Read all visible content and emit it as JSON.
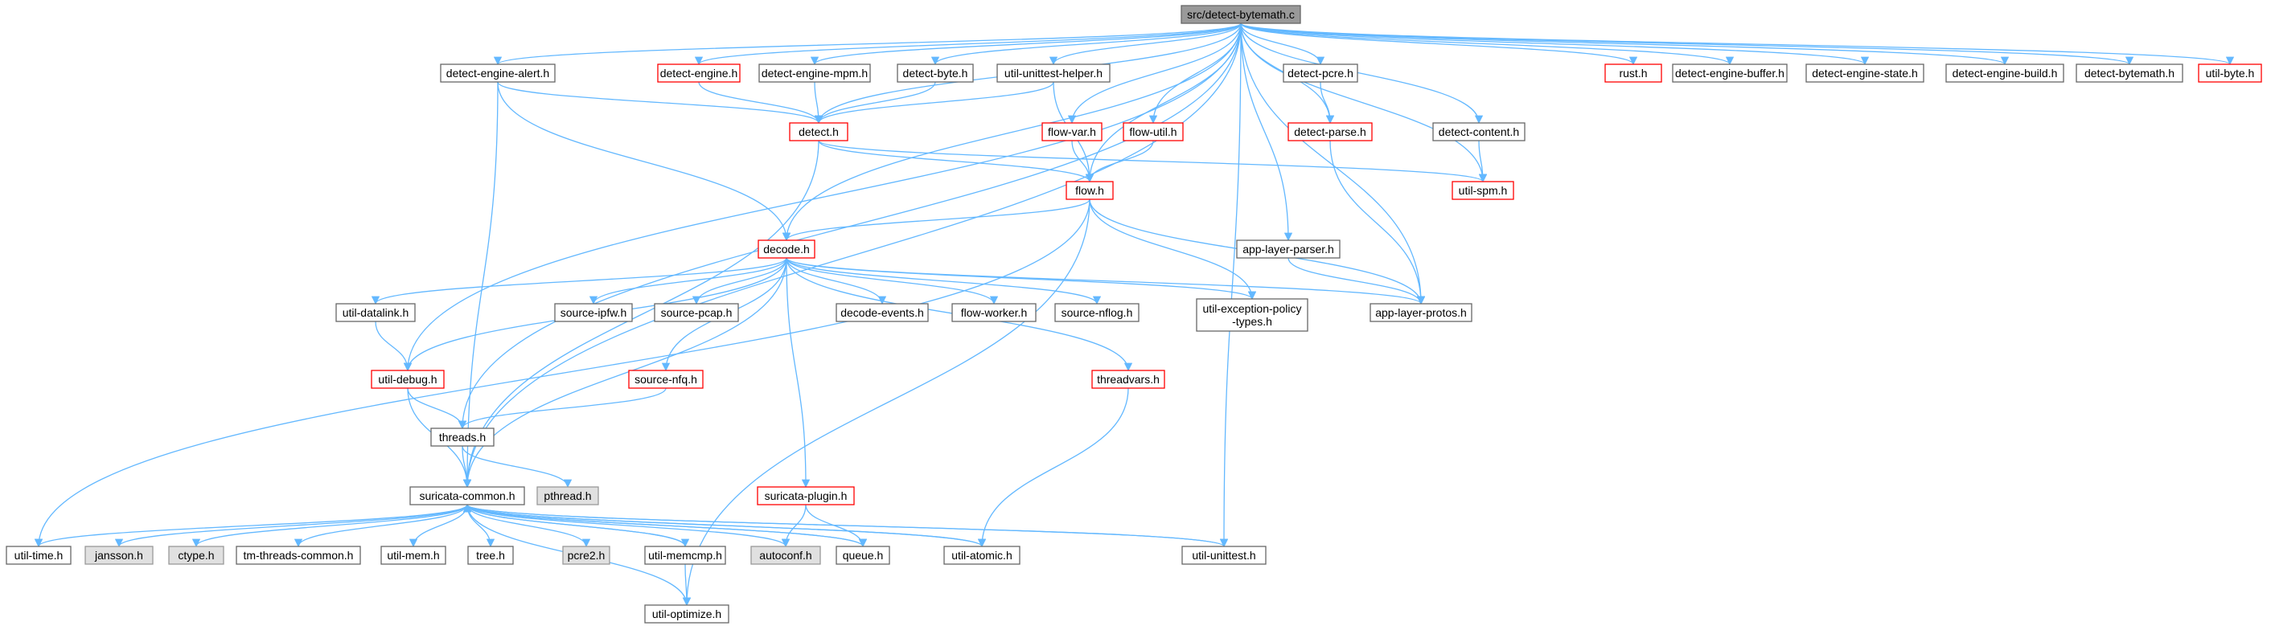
{
  "graph": {
    "colors": {
      "edge": "#63b8ff",
      "default_border": "#666666",
      "default_fill": "#ffffff",
      "highlight_border": "#ff0000",
      "external_fill": "#e0e0e0",
      "external_border": "#999999",
      "root_fill": "#999999",
      "root_border": "#666666"
    },
    "nodes": [
      {
        "id": "root",
        "label": "src/detect-bytemath.c",
        "style": "root"
      },
      {
        "id": "alert",
        "label": "detect-engine-alert.h",
        "style": "normal"
      },
      {
        "id": "de",
        "label": "detect-engine.h",
        "style": "red"
      },
      {
        "id": "mpm",
        "label": "detect-engine-mpm.h",
        "style": "normal"
      },
      {
        "id": "dbyte",
        "label": "detect-byte.h",
        "style": "normal"
      },
      {
        "id": "uth",
        "label": "util-unittest-helper.h",
        "style": "normal"
      },
      {
        "id": "pcre",
        "label": "detect-pcre.h",
        "style": "normal"
      },
      {
        "id": "rust",
        "label": "rust.h",
        "style": "red"
      },
      {
        "id": "buffer",
        "label": "detect-engine-buffer.h",
        "style": "normal"
      },
      {
        "id": "state",
        "label": "detect-engine-state.h",
        "style": "normal"
      },
      {
        "id": "build",
        "label": "detect-engine-build.h",
        "style": "normal"
      },
      {
        "id": "bytemath",
        "label": "detect-bytemath.h",
        "style": "normal"
      },
      {
        "id": "ubyte",
        "label": "util-byte.h",
        "style": "red"
      },
      {
        "id": "detect",
        "label": "detect.h",
        "style": "red"
      },
      {
        "id": "flowvar",
        "label": "flow-var.h",
        "style": "red"
      },
      {
        "id": "flowutil",
        "label": "flow-util.h",
        "style": "red"
      },
      {
        "id": "parse",
        "label": "detect-parse.h",
        "style": "red"
      },
      {
        "id": "content",
        "label": "detect-content.h",
        "style": "normal"
      },
      {
        "id": "flow",
        "label": "flow.h",
        "style": "red"
      },
      {
        "id": "spm",
        "label": "util-spm.h",
        "style": "red"
      },
      {
        "id": "alp",
        "label": "app-layer-parser.h",
        "style": "normal"
      },
      {
        "id": "decode",
        "label": "decode.h",
        "style": "red"
      },
      {
        "id": "datalink",
        "label": "util-datalink.h",
        "style": "normal"
      },
      {
        "id": "ipfw",
        "label": "source-ipfw.h",
        "style": "normal"
      },
      {
        "id": "pcap",
        "label": "source-pcap.h",
        "style": "normal"
      },
      {
        "id": "devents",
        "label": "decode-events.h",
        "style": "normal"
      },
      {
        "id": "fworker",
        "label": "flow-worker.h",
        "style": "normal"
      },
      {
        "id": "nflog",
        "label": "source-nflog.h",
        "style": "normal"
      },
      {
        "id": "uexc",
        "label": "util-exception-policy\n-types.h",
        "style": "normal"
      },
      {
        "id": "protos",
        "label": "app-layer-protos.h",
        "style": "normal"
      },
      {
        "id": "udebug",
        "label": "util-debug.h",
        "style": "red"
      },
      {
        "id": "nfq",
        "label": "source-nfq.h",
        "style": "red"
      },
      {
        "id": "tvars",
        "label": "threadvars.h",
        "style": "red"
      },
      {
        "id": "threads",
        "label": "threads.h",
        "style": "normal"
      },
      {
        "id": "pthread",
        "label": "pthread.h",
        "style": "external"
      },
      {
        "id": "sc",
        "label": "suricata-common.h",
        "style": "normal"
      },
      {
        "id": "plugin",
        "label": "suricata-plugin.h",
        "style": "red"
      },
      {
        "id": "utime",
        "label": "util-time.h",
        "style": "normal"
      },
      {
        "id": "jansson",
        "label": "jansson.h",
        "style": "external"
      },
      {
        "id": "ctype",
        "label": "ctype.h",
        "style": "external"
      },
      {
        "id": "tmtc",
        "label": "tm-threads-common.h",
        "style": "normal"
      },
      {
        "id": "umem",
        "label": "util-mem.h",
        "style": "normal"
      },
      {
        "id": "tree",
        "label": "tree.h",
        "style": "normal"
      },
      {
        "id": "pcre2",
        "label": "pcre2.h",
        "style": "external"
      },
      {
        "id": "umemcmp",
        "label": "util-memcmp.h",
        "style": "normal"
      },
      {
        "id": "autoconf",
        "label": "autoconf.h",
        "style": "external"
      },
      {
        "id": "queue",
        "label": "queue.h",
        "style": "normal"
      },
      {
        "id": "uatomic",
        "label": "util-atomic.h",
        "style": "normal"
      },
      {
        "id": "uunit",
        "label": "util-unittest.h",
        "style": "normal"
      },
      {
        "id": "uopt",
        "label": "util-optimize.h",
        "style": "normal"
      }
    ],
    "edges": [
      [
        "root",
        "alert"
      ],
      [
        "root",
        "de"
      ],
      [
        "root",
        "mpm"
      ],
      [
        "root",
        "dbyte"
      ],
      [
        "root",
        "uth"
      ],
      [
        "root",
        "pcre"
      ],
      [
        "root",
        "rust"
      ],
      [
        "root",
        "buffer"
      ],
      [
        "root",
        "state"
      ],
      [
        "root",
        "build"
      ],
      [
        "root",
        "bytemath"
      ],
      [
        "root",
        "ubyte"
      ],
      [
        "root",
        "detect"
      ],
      [
        "root",
        "flowvar"
      ],
      [
        "root",
        "flowutil"
      ],
      [
        "root",
        "parse"
      ],
      [
        "root",
        "content"
      ],
      [
        "root",
        "flow"
      ],
      [
        "root",
        "spm"
      ],
      [
        "root",
        "alp"
      ],
      [
        "root",
        "decode"
      ],
      [
        "root",
        "protos"
      ],
      [
        "root",
        "udebug"
      ],
      [
        "root",
        "threads"
      ],
      [
        "root",
        "sc"
      ],
      [
        "root",
        "uunit"
      ],
      [
        "alert",
        "detect"
      ],
      [
        "alert",
        "decode"
      ],
      [
        "alert",
        "sc"
      ],
      [
        "de",
        "detect"
      ],
      [
        "mpm",
        "detect"
      ],
      [
        "dbyte",
        "detect"
      ],
      [
        "uth",
        "detect"
      ],
      [
        "uth",
        "flow"
      ],
      [
        "pcre",
        "parse"
      ],
      [
        "parse",
        "protos"
      ],
      [
        "content",
        "spm"
      ],
      [
        "detect",
        "flow"
      ],
      [
        "detect",
        "spm"
      ],
      [
        "detect",
        "sc"
      ],
      [
        "flowvar",
        "flow"
      ],
      [
        "flowutil",
        "flow"
      ],
      [
        "flow",
        "decode"
      ],
      [
        "flow",
        "uexc"
      ],
      [
        "flow",
        "protos"
      ],
      [
        "flow",
        "utime"
      ],
      [
        "flow",
        "uopt"
      ],
      [
        "alp",
        "protos"
      ],
      [
        "decode",
        "datalink"
      ],
      [
        "decode",
        "ipfw"
      ],
      [
        "decode",
        "pcap"
      ],
      [
        "decode",
        "devents"
      ],
      [
        "decode",
        "fworker"
      ],
      [
        "decode",
        "nflog"
      ],
      [
        "decode",
        "uexc"
      ],
      [
        "decode",
        "protos"
      ],
      [
        "decode",
        "udebug"
      ],
      [
        "decode",
        "nfq"
      ],
      [
        "decode",
        "tvars"
      ],
      [
        "decode",
        "plugin"
      ],
      [
        "decode",
        "sc"
      ],
      [
        "datalink",
        "udebug"
      ],
      [
        "udebug",
        "threads"
      ],
      [
        "udebug",
        "sc"
      ],
      [
        "nfq",
        "threads"
      ],
      [
        "tvars",
        "uatomic"
      ],
      [
        "threads",
        "pthread"
      ],
      [
        "threads",
        "sc"
      ],
      [
        "plugin",
        "autoconf"
      ],
      [
        "plugin",
        "queue"
      ],
      [
        "sc",
        "utime"
      ],
      [
        "sc",
        "jansson"
      ],
      [
        "sc",
        "ctype"
      ],
      [
        "sc",
        "tmtc"
      ],
      [
        "sc",
        "umem"
      ],
      [
        "sc",
        "tree"
      ],
      [
        "sc",
        "pcre2"
      ],
      [
        "sc",
        "umemcmp"
      ],
      [
        "sc",
        "autoconf"
      ],
      [
        "sc",
        "queue"
      ],
      [
        "sc",
        "uatomic"
      ],
      [
        "sc",
        "uunit"
      ],
      [
        "sc",
        "uopt"
      ],
      [
        "umemcmp",
        "sc"
      ],
      [
        "umemcmp",
        "uopt"
      ],
      [
        "queue",
        "sc"
      ],
      [
        "uatomic",
        "sc"
      ],
      [
        "uunit",
        "sc"
      ]
    ]
  }
}
